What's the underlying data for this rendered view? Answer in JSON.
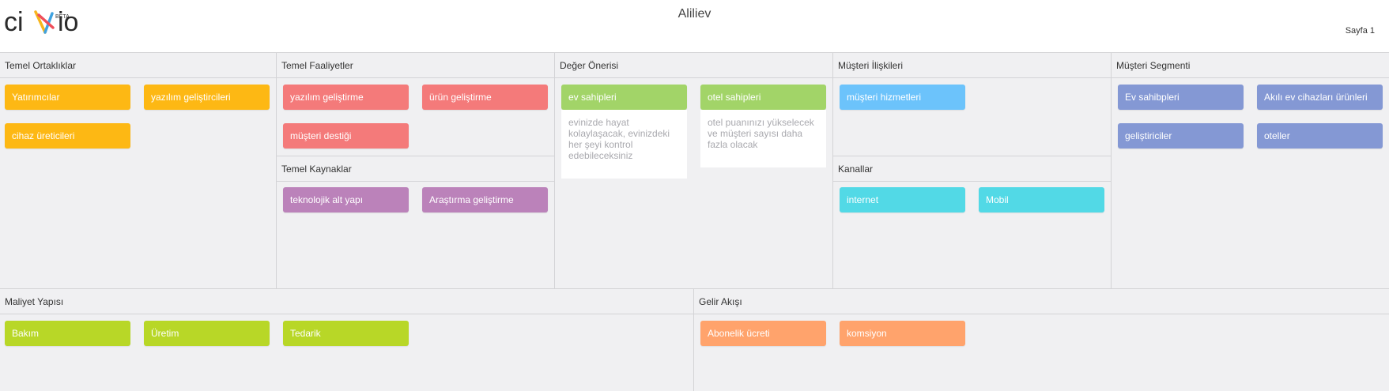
{
  "header": {
    "logo_text": "ciVio",
    "logo_badge": "BETA",
    "title": "Aliliev",
    "page_label": "Sayfa 1"
  },
  "colors": {
    "yellow": "#fdb814",
    "red": "#f47a7a",
    "green": "#a2d468",
    "blue": "#6cc3fb",
    "teal": "#52d9e6",
    "purple": "#bb82ba",
    "indigo": "#8498d4",
    "lime": "#b8d727",
    "orange": "#ffa36c"
  },
  "sections": {
    "partners": {
      "title": "Temel Ortaklıklar",
      "cards": [
        "Yatırımcılar",
        "yazılım geliştircileri",
        "cihaz üreticileri"
      ]
    },
    "activities": {
      "title": "Temel Faaliyetler",
      "cards": [
        "yazılım geliştirme",
        "ürün geliştirme",
        "müşteri destiği"
      ]
    },
    "resources": {
      "title": "Temel Kaynaklar",
      "cards": [
        "teknolojik alt yapı",
        "Araştırma geliştirme"
      ]
    },
    "value": {
      "title": "Değer Önerisi",
      "cards": [
        "ev sahipleri",
        "otel sahipleri"
      ],
      "notes": [
        "evinizde hayat kolaylaşacak, evinizdeki her şeyi kontrol edebileceksiniz",
        "otel puanınızı yükselecek ve müşteri sayısı daha fazla olacak"
      ]
    },
    "relations": {
      "title": "Müşteri İlişkileri",
      "cards": [
        "müşteri hizmetleri"
      ]
    },
    "channels": {
      "title": "Kanallar",
      "cards": [
        "internet",
        "Mobil"
      ]
    },
    "segments": {
      "title": "Müşteri Segmenti",
      "cards": [
        "Ev sahibpleri",
        "Akılı ev cihazları ürünleri",
        "geliştiriciler",
        "oteller"
      ]
    },
    "cost": {
      "title": "Maliyet Yapısı",
      "cards": [
        "Bakım",
        "Üretim",
        "Tedarik"
      ]
    },
    "revenue": {
      "title": "Gelir Akışı",
      "cards": [
        "Abonelik ücreti",
        "komsiyon"
      ]
    }
  }
}
